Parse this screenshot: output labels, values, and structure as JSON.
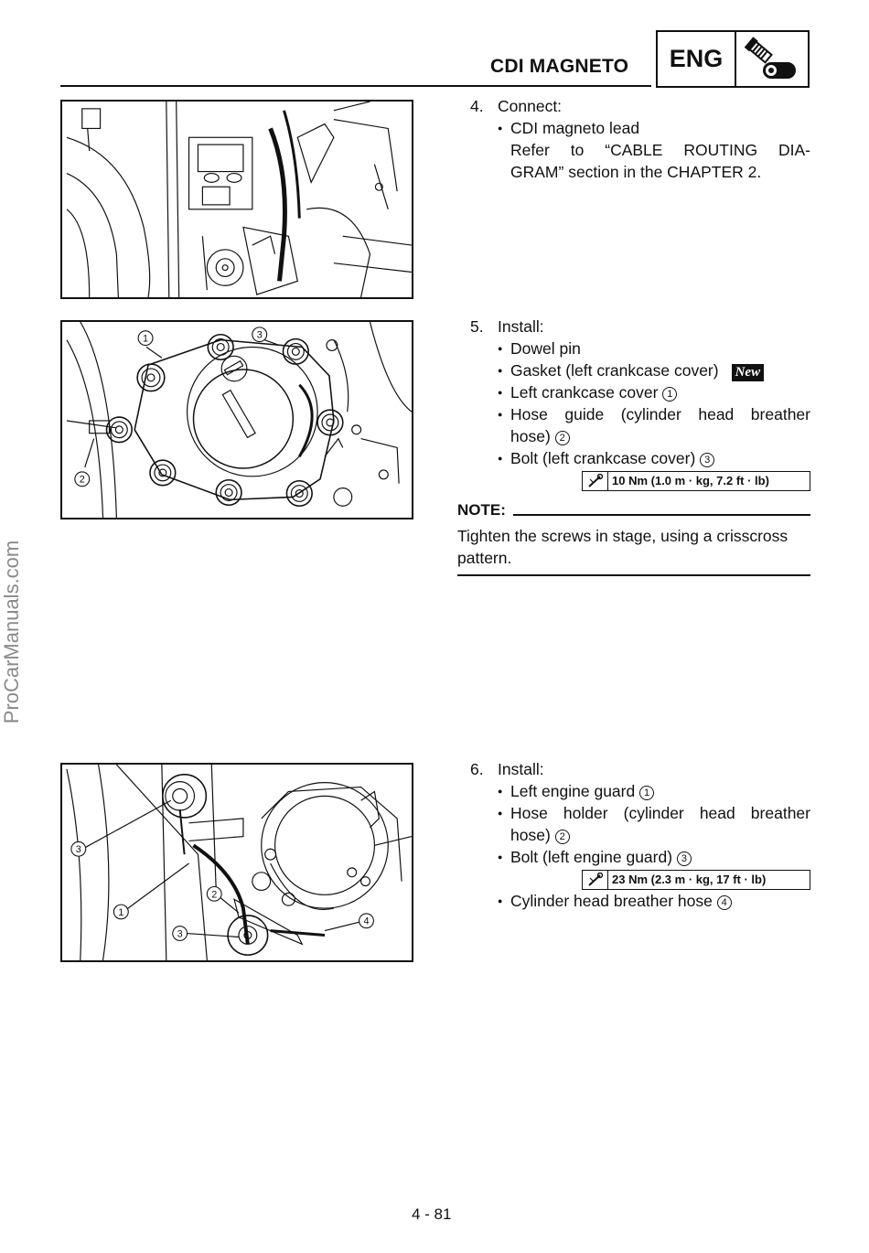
{
  "header": {
    "section_title": "CDI MAGNETO",
    "badge_label": "ENG",
    "badge_icon": "engine-bolt-icon"
  },
  "watermark": "ProCarManuals.com",
  "figure2_callouts": [
    "1",
    "2",
    "3"
  ],
  "figure3_callouts": [
    "1",
    "2",
    "3",
    "3",
    "4"
  ],
  "steps": [
    {
      "num": "4.",
      "action": "Connect:",
      "items": [
        {
          "text": "CDI magneto lead"
        }
      ],
      "reference_line1": "Refer to “CABLE ROUTING DIA-",
      "reference_line2": "GRAM” section in the CHAPTER 2."
    },
    {
      "num": "5.",
      "action": "Install:",
      "items": [
        {
          "text": "Dowel pin"
        },
        {
          "text": "Gasket (left crankcase cover)",
          "badge": "New"
        },
        {
          "text": "Left crankcase cover",
          "callout": "1"
        },
        {
          "text_line1": "Hose guide (cylinder head breather",
          "text_line2": "hose)",
          "callout": "2"
        },
        {
          "text": "Bolt (left crankcase cover)",
          "callout": "3"
        }
      ],
      "torque": "10 Nm (1.0 m · kg, 7.2 ft · lb)"
    },
    {
      "num": "6.",
      "action": "Install:",
      "items": [
        {
          "text": "Left engine guard",
          "callout": "1"
        },
        {
          "text_line1": "Hose holder (cylinder head breather",
          "text_line2": "hose)",
          "callout": "2"
        },
        {
          "text": "Bolt (left engine guard)",
          "callout": "3"
        },
        {
          "text": "Cylinder head breather hose",
          "callout": "4"
        }
      ],
      "torque": "23 Nm (2.3 m · kg, 17 ft · lb)"
    }
  ],
  "note": {
    "label": "NOTE:",
    "text": "Tighten the screws in stage, using a crisscross pattern."
  },
  "page_number": "4 - 81"
}
